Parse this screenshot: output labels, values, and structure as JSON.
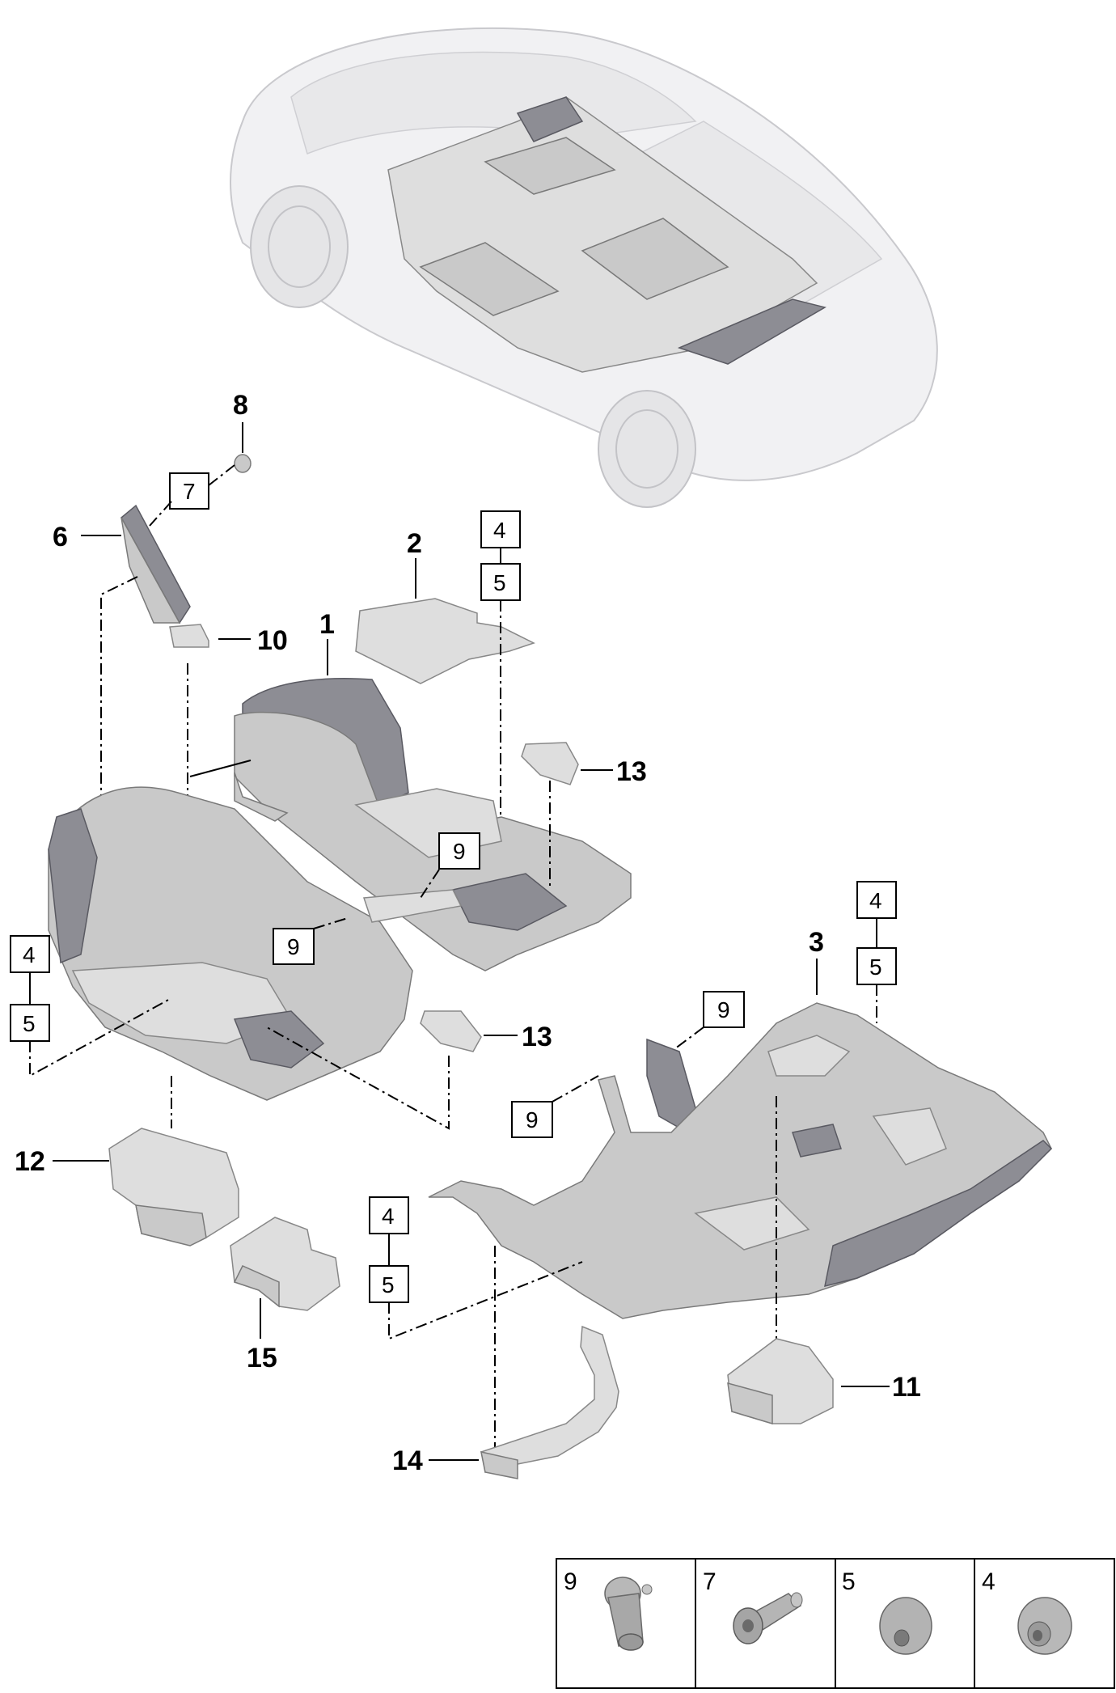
{
  "callouts": {
    "c1": "1",
    "c2": "2",
    "c3": "3",
    "c6": "6",
    "c8": "8",
    "c10": "10",
    "c11": "11",
    "c12": "12",
    "c13a": "13",
    "c13b": "13",
    "c14": "14",
    "c15": "15"
  },
  "boxes": {
    "b7": "7",
    "b4a": "4",
    "b5a": "5",
    "b4b": "4",
    "b5b": "5",
    "b4c": "4",
    "b5c": "5",
    "b4d": "4",
    "b5d": "5",
    "b9a": "9",
    "b9b": "9",
    "b9c": "9",
    "b9d": "9"
  },
  "legend": {
    "items": [
      {
        "label": "9"
      },
      {
        "label": "7"
      },
      {
        "label": "5"
      },
      {
        "label": "4"
      }
    ]
  }
}
